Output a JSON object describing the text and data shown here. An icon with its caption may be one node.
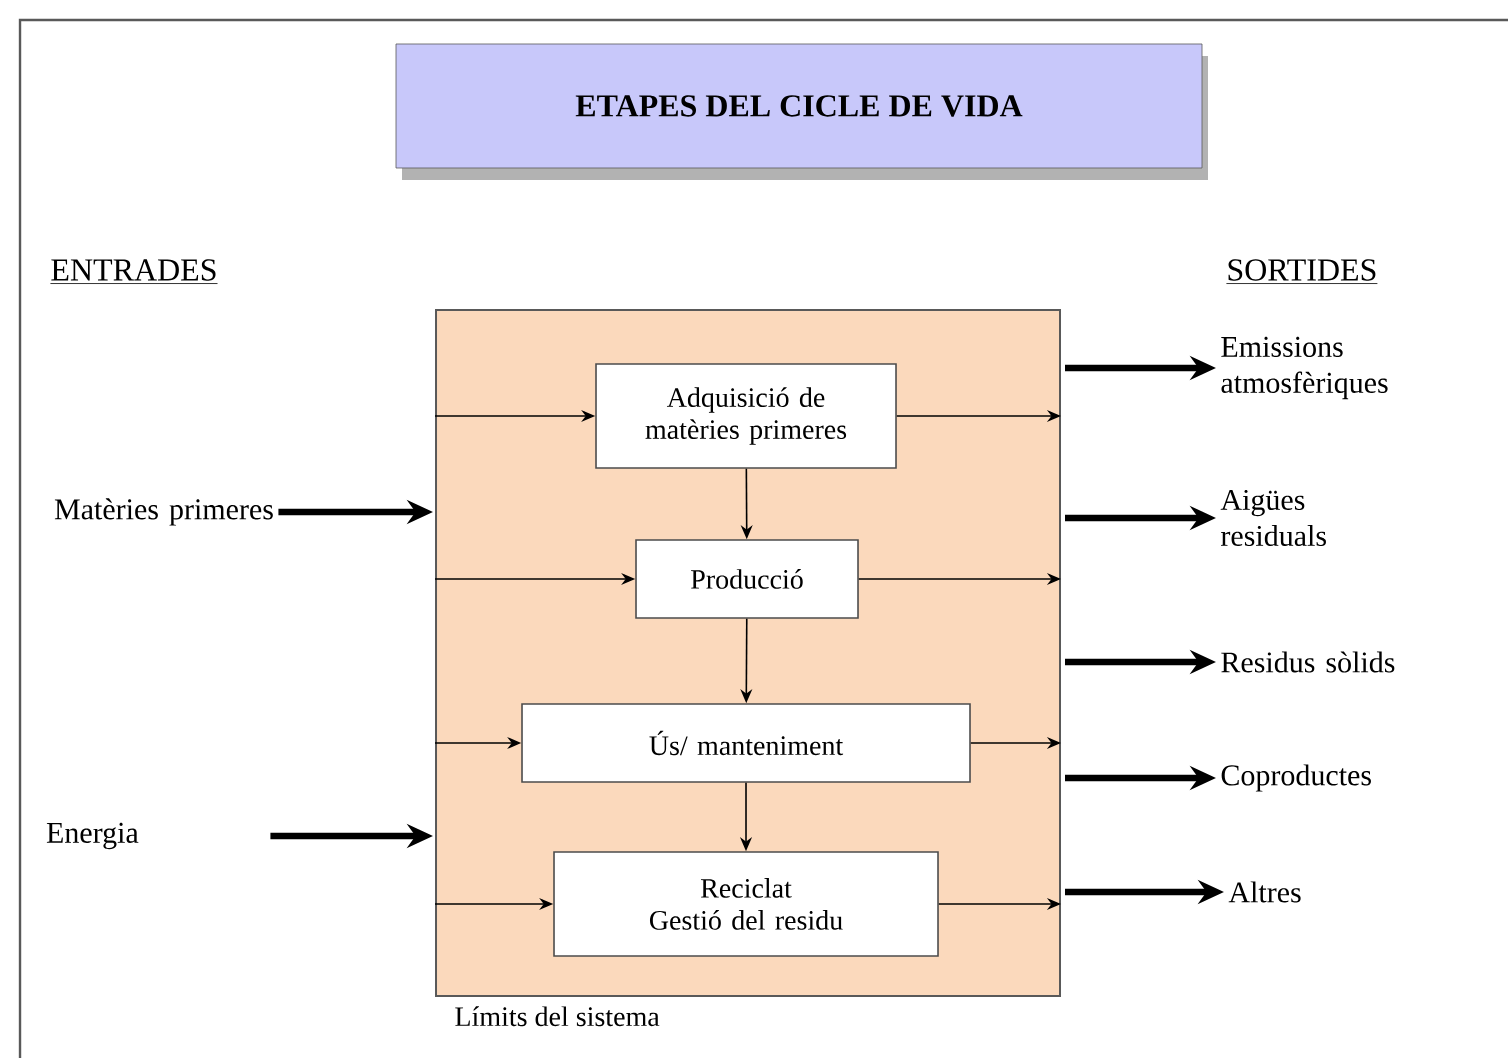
{
  "diagram": {
    "title": "ETAPES DEL CICLE DE VIDA",
    "nodes": [
      {
        "text": [],
        "shape": "box",
        "beside": [
          "Límits del sistema"
        ]
      },
      {
        "text": [
          "Adquisició de matèries primeres"
        ],
        "in": 0
      },
      {
        "text": [
          "Producció"
        ],
        "in": 0
      },
      {
        "text": [
          "Ús/ manteniment"
        ],
        "in": 0
      },
      {
        "text": [
          "Reciclat",
          "Gestió del residu"
        ],
        "in": 0
      },
      {
        "text": [
          "Matèries primeres"
        ]
      },
      {
        "text": [
          "Energia"
        ]
      },
      {
        "text": [
          "Emissions atmosfèriques"
        ]
      },
      {
        "text": [
          "Aigües residuals"
        ]
      },
      {
        "text": [
          "Residus sòlids"
        ]
      },
      {
        "text": [
          "Coproductes"
        ]
      },
      {
        "text": [
          "Altres"
        ]
      }
    ],
    "edges": [
      {
        "from": 5,
        "to": 0,
        "arrow": "to",
        "style": "thick"
      },
      {
        "from": 6,
        "to": 0,
        "arrow": "to",
        "style": "thick"
      },
      {
        "from": null,
        "to": 1,
        "arrow": "to"
      },
      {
        "from": null,
        "to": 2,
        "arrow": "to"
      },
      {
        "from": null,
        "to": 3,
        "arrow": "to"
      },
      {
        "from": null,
        "to": 4,
        "arrow": "to"
      },
      {
        "from": 1,
        "to": 2,
        "arrow": "to"
      },
      {
        "from": 2,
        "to": 3,
        "arrow": "to"
      },
      {
        "from": 3,
        "to": 4,
        "arrow": "to"
      },
      {
        "from": 1,
        "to": null,
        "arrow": "to"
      },
      {
        "from": 2,
        "to": null,
        "arrow": "to"
      },
      {
        "from": 3,
        "to": null,
        "arrow": "to"
      },
      {
        "from": 4,
        "to": null,
        "arrow": "to"
      },
      {
        "from": 0,
        "to": 7,
        "arrow": "to",
        "style": "thick"
      },
      {
        "from": 0,
        "to": 8,
        "arrow": "to",
        "style": "thick"
      },
      {
        "from": 0,
        "to": 9,
        "arrow": "to",
        "style": "thick"
      },
      {
        "from": 0,
        "to": 10,
        "arrow": "to",
        "style": "thick"
      },
      {
        "from": 0,
        "to": 11,
        "arrow": "to",
        "style": "thick"
      }
    ],
    "labels": [
      "ENTRADES",
      "SORTIDES"
    ]
  }
}
